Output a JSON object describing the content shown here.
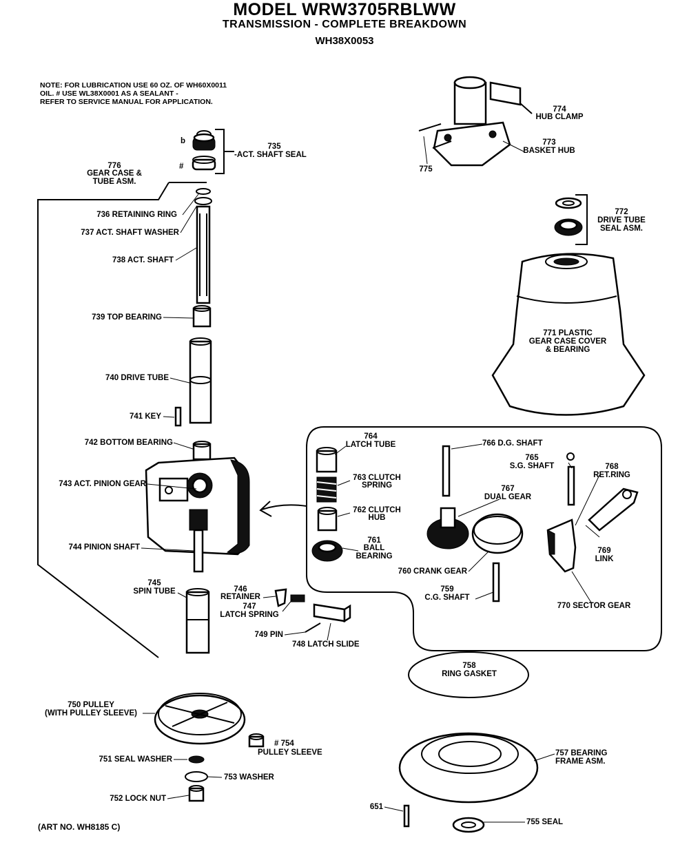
{
  "header": {
    "title": "MODEL WRW3705RBLWW",
    "subtitle": "TRANSMISSION - COMPLETE BREAKDOWN",
    "part_number": "WH38X0053"
  },
  "note": {
    "line1": "NOTE: FOR LUBRICATION USE 60 OZ. OF WH60X0011",
    "line2": "OIL. # USE WL38X0001 AS A SEALANT -",
    "line3": "REFER TO SERVICE MANUAL FOR APPLICATION."
  },
  "seal_marks": {
    "b": "b",
    "hash": "#"
  },
  "labels": {
    "p735": "735",
    "p735b": "-ACT. SHAFT SEAL",
    "p776a": "776",
    "p776b": "GEAR CASE &",
    "p776c": "TUBE ASM.",
    "p736": "736 RETAINING RING",
    "p737": "737 ACT. SHAFT WASHER",
    "p738": "738 ACT. SHAFT",
    "p739": "739 TOP BEARING",
    "p740": "740 DRIVE TUBE",
    "p741": "741 KEY",
    "p742": "742 BOTTOM BEARING",
    "p743": "743 ACT. PINION GEAR",
    "p744": "744 PINION SHAFT",
    "p745a": "745",
    "p745b": "SPIN TUBE",
    "p746a": "746",
    "p746b": "RETAINER",
    "p747a": "747",
    "p747b": "LATCH SPRING",
    "p749": "749 PIN",
    "p748": "748 LATCH SLIDE",
    "p774a": "774",
    "p774b": "HUB CLAMP",
    "p773a": "773",
    "p773b": "BASKET HUB",
    "p775": "775",
    "p772a": "772",
    "p772b": "DRIVE TUBE",
    "p772c": "SEAL ASM.",
    "p771a": "771 PLASTIC",
    "p771b": "GEAR CASE COVER",
    "p771c": "& BEARING",
    "p764a": "764",
    "p764b": "LATCH TUBE",
    "p763a": "763 CLUTCH",
    "p763b": "SPRING",
    "p762a": "762 CLUTCH",
    "p762b": "HUB",
    "p761a": "761",
    "p761b": "BALL",
    "p761c": "BEARING",
    "p766": "766 D.G. SHAFT",
    "p765a": "765",
    "p765b": "S.G. SHAFT",
    "p768a": "768",
    "p768b": "RET.RING",
    "p767a": "767",
    "p767b": "DUAL GEAR",
    "p769a": "769",
    "p769b": "LINK",
    "p760": "760 CRANK GEAR",
    "p759a": "759",
    "p759b": "C.G. SHAFT",
    "p770": "770 SECTOR GEAR",
    "p758a": "758",
    "p758b": "RING GASKET",
    "p750a": "750 PULLEY",
    "p750b": "(WITH PULLEY SLEEVE)",
    "p754a": "# 754",
    "p754b": "PULLEY SLEEVE",
    "p751": "751 SEAL WASHER",
    "p753": "753 WASHER",
    "p752": "752 LOCK NUT",
    "p757a": "757 BEARING",
    "p757b": "FRAME ASM.",
    "p651": "651",
    "p755": "755 SEAL"
  },
  "footer": {
    "art_no": "(ART NO. WH8185 C)"
  }
}
